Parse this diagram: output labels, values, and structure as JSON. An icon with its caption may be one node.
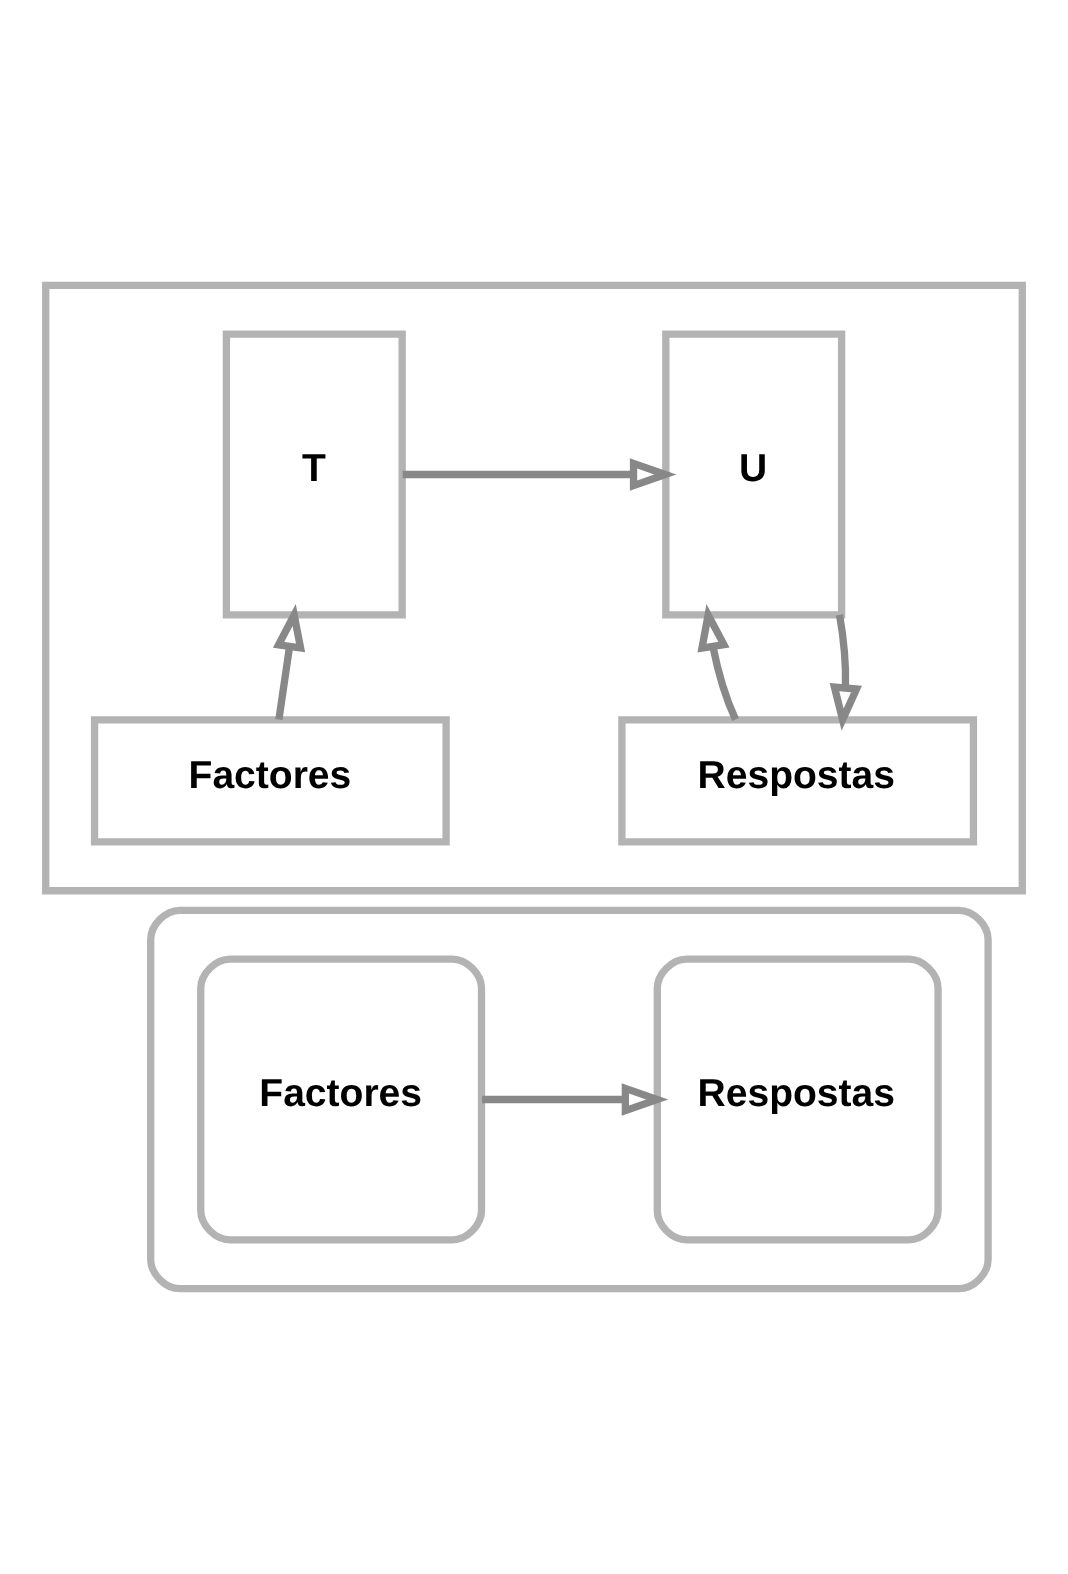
{
  "diagram": {
    "nodes": [
      {
        "text": [],
        "shape": "box"
      },
      {
        "text": [
          "T"
        ],
        "in": 0
      },
      {
        "text": [
          "U"
        ],
        "in": 0
      },
      {
        "text": [
          "Factores"
        ],
        "in": 0
      },
      {
        "text": [
          "Respostas"
        ],
        "in": 0
      },
      {
        "text": [],
        "shape": "box"
      },
      {
        "text": [
          "Factores"
        ],
        "in": 5
      },
      {
        "text": [
          "Respostas"
        ],
        "in": 5
      }
    ],
    "edges": [
      {
        "from": 1,
        "to": 2,
        "arrow": "to"
      },
      {
        "from": 3,
        "to": 1,
        "arrow": "to"
      },
      {
        "from": 4,
        "to": 2,
        "arrow": "to"
      },
      {
        "from": 2,
        "to": 4,
        "arrow": "to"
      },
      {
        "from": 6,
        "to": 7,
        "arrow": "to"
      }
    ]
  }
}
